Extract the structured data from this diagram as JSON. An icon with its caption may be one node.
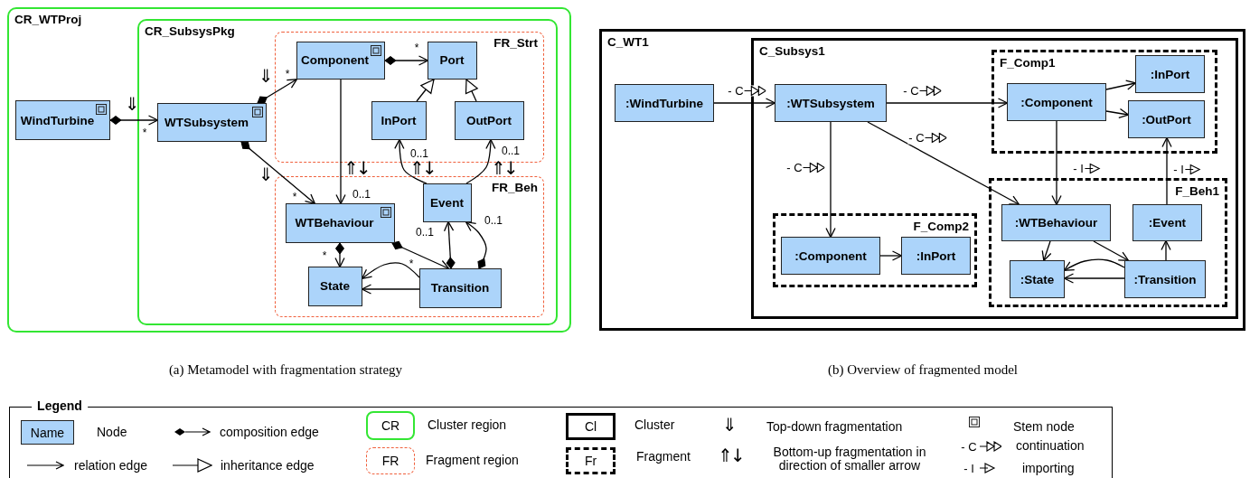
{
  "diagram": {
    "nodes": [
      {
        "text": [
          "CR_WTProj"
        ]
      },
      {
        "text": [
          "WindTurbine"
        ],
        "in": 0
      },
      {
        "text": [
          "CR_SubsysPkg"
        ],
        "in": 0
      },
      {
        "text": [
          "WTSubsystem"
        ],
        "in": 2
      },
      {
        "text": [
          "FR_Strt"
        ],
        "in": 2
      },
      {
        "text": [
          "Component"
        ],
        "in": 4
      },
      {
        "text": [
          "Port"
        ],
        "in": 4
      },
      {
        "text": [
          "InPort"
        ],
        "in": 4
      },
      {
        "text": [
          "OutPort"
        ],
        "in": 4
      },
      {
        "text": [
          "FR_Beh"
        ],
        "in": 2
      },
      {
        "text": [
          "Event"
        ],
        "in": 9
      },
      {
        "text": [
          "WTBehaviour"
        ],
        "in": 9
      },
      {
        "text": [
          "State"
        ],
        "in": 9
      },
      {
        "text": [
          "Transition"
        ],
        "in": 9
      },
      {
        "text": [
          "C_WT1"
        ]
      },
      {
        "text": [
          ":WindTurbine"
        ],
        "in": 14
      },
      {
        "text": [
          "C_Subsys1"
        ],
        "in": 14
      },
      {
        "text": [
          ":WTSubsystem"
        ],
        "in": 16
      },
      {
        "text": [
          "F_Comp1"
        ],
        "in": 16
      },
      {
        "text": [
          ":Component"
        ],
        "in": 18
      },
      {
        "text": [
          ":InPort"
        ],
        "in": 18
      },
      {
        "text": [
          ":OutPort"
        ],
        "in": 18
      },
      {
        "text": [
          "F_Comp2"
        ],
        "in": 16
      },
      {
        "text": [
          ":Component"
        ],
        "in": 22
      },
      {
        "text": [
          ":InPort"
        ],
        "in": 22
      },
      {
        "text": [
          "F_Beh1"
        ],
        "in": 16
      },
      {
        "text": [
          ":WTBehaviour"
        ],
        "in": 25
      },
      {
        "text": [
          ":Event"
        ],
        "in": 25
      },
      {
        "text": [
          ":State"
        ],
        "in": 25
      },
      {
        "text": [
          ":Transition"
        ],
        "in": 25
      }
    ],
    "edges": [
      {
        "from": 1,
        "to": 3,
        "arrow": "to"
      },
      {
        "from": 3,
        "to": 5,
        "arrow": "to"
      },
      {
        "from": 5,
        "to": 6,
        "arrow": "to"
      },
      {
        "from": 7,
        "to": 6,
        "arrow": "to"
      },
      {
        "from": 8,
        "to": 6,
        "arrow": "to"
      },
      {
        "from": 5,
        "to": 11,
        "arrow": "to"
      },
      {
        "from": 3,
        "to": 11,
        "arrow": "to"
      },
      {
        "from": 10,
        "to": 7,
        "arrow": "to"
      },
      {
        "from": 10,
        "to": 8,
        "arrow": "to"
      },
      {
        "from": 11,
        "to": 12,
        "arrow": "to"
      },
      {
        "from": 11,
        "to": 13,
        "arrow": "to"
      },
      {
        "from": 13,
        "to": 10,
        "arrow": "to"
      },
      {
        "from": 13,
        "to": 10,
        "arrow": "to"
      },
      {
        "from": 13,
        "to": 12,
        "arrow": "to"
      },
      {
        "from": 13,
        "to": 12,
        "arrow": "to"
      },
      {
        "from": 15,
        "to": 17,
        "arrow": "to",
        "label": "- C"
      },
      {
        "from": 17,
        "to": 19,
        "arrow": "to",
        "label": "- C"
      },
      {
        "from": 17,
        "to": 23,
        "arrow": "to",
        "label": "- C"
      },
      {
        "from": 17,
        "to": 26,
        "arrow": "to",
        "label": "- C"
      },
      {
        "from": 19,
        "to": 20,
        "arrow": "to"
      },
      {
        "from": 19,
        "to": 21,
        "arrow": "to"
      },
      {
        "from": 23,
        "to": 24,
        "arrow": "to"
      },
      {
        "from": 19,
        "to": 26,
        "arrow": "to",
        "label": "- I"
      },
      {
        "from": 27,
        "to": 21,
        "arrow": "to",
        "label": "- I"
      },
      {
        "from": 26,
        "to": 28,
        "arrow": "to"
      },
      {
        "from": 26,
        "to": 29,
        "arrow": "to"
      },
      {
        "from": 29,
        "to": 27,
        "arrow": "to"
      },
      {
        "from": 29,
        "to": 28,
        "arrow": "to"
      },
      {
        "from": 29,
        "to": 28,
        "arrow": "to"
      }
    ],
    "labels": [
      "*",
      "*",
      "⇓",
      "⇓",
      "*",
      "0..1",
      "0..1",
      "⇑↓",
      "⇑↓",
      "⇑↓",
      "⇓",
      "0..1",
      "*",
      "0..1",
      "0..1",
      "*",
      "*",
      "(a) Metamodel with fragmentation strategy",
      "(b) Overview of fragmented model",
      "Legend",
      "Name",
      "CR",
      "Cl",
      "⇓",
      "FR",
      "Fr",
      "⇑↓",
      "- C",
      "- I"
    ],
    "legend": [
      {
        "text": "Node",
        "color": "#acd4fa"
      },
      {
        "text": "composition edge"
      },
      {
        "text": "Cluster region"
      },
      {
        "text": "Cluster"
      },
      {
        "text": "Top-down fragmentation"
      },
      {
        "text": "Stem node"
      },
      {
        "text": "relation edge"
      },
      {
        "text": "inheritance edge"
      },
      {
        "text": "Fragment region"
      },
      {
        "text": "Fragment"
      },
      {
        "text": "Bottom-up fragmentation in direction of smaller arrow"
      },
      {
        "text": "continuation"
      },
      {
        "text": "importing"
      }
    ]
  }
}
